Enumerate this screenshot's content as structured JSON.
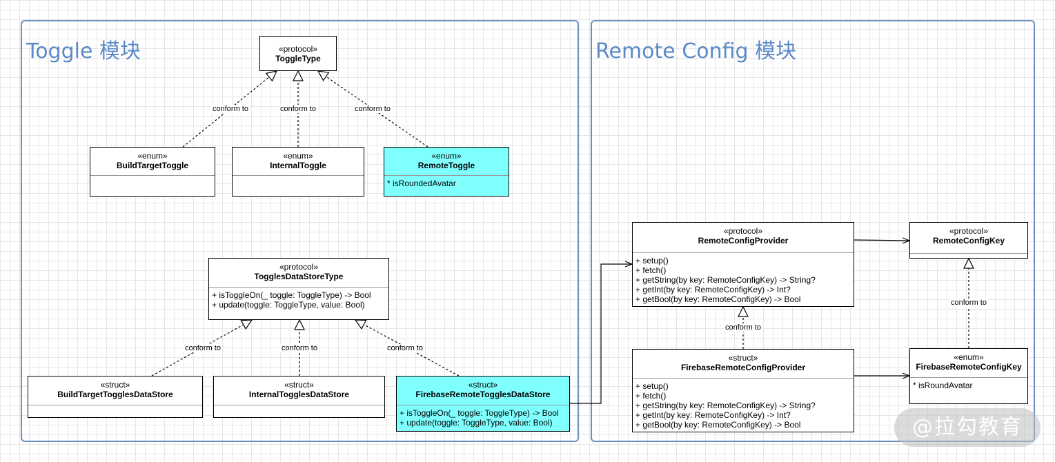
{
  "modules": {
    "toggle": {
      "title": "Toggle 模块"
    },
    "remote_config": {
      "title": "Remote Config 模块"
    }
  },
  "stereotypes": {
    "protocol": "«protocol»",
    "enum": "«enum»",
    "struct": "«struct»"
  },
  "classes": {
    "toggle_type": {
      "name": "ToggleType"
    },
    "build_target_toggle": {
      "name": "BuildTargetToggle"
    },
    "internal_toggle": {
      "name": "InternalToggle"
    },
    "remote_toggle": {
      "name": "RemoteToggle",
      "members": [
        "* isRoundedAvatar"
      ]
    },
    "toggles_data_store_type": {
      "name": "TogglesDataStoreType",
      "members": [
        "+ isToggleOn(_ toggle: ToggleType) -> Bool",
        "+ update(toggle: ToggleType, value: Bool)"
      ]
    },
    "build_target_toggles_data_store": {
      "name": "BuildTargetTogglesDataStore"
    },
    "internal_toggles_data_store": {
      "name": "InternalTogglesDataStore"
    },
    "firebase_remote_toggles_data_store": {
      "name": "FirebaseRemoteTogglesDataStore",
      "members": [
        "+ isToggleOn(_ toggle: ToggleType) -> Bool",
        "+ update(toggle: ToggleType, value: Bool)"
      ]
    },
    "remote_config_provider": {
      "name": "RemoteConfigProvider",
      "members": [
        "+ setup()",
        "+ fetch()",
        "+ getString(by key: RemoteConfigKey) -> String?",
        "+ getInt(by key: RemoteConfigKey) -> Int?",
        "+ getBool(by key: RemoteConfigKey) -> Bool"
      ]
    },
    "remote_config_key": {
      "name": "RemoteConfigKey"
    },
    "firebase_remote_config_provider": {
      "name": "FirebaseRemoteConfigProvider",
      "members": [
        "+ setup()",
        "+ fetch()",
        "+ getString(by key: RemoteConfigKey) -> String?",
        "+ getInt(by key: RemoteConfigKey) -> Int?",
        "+ getBool(by key: RemoteConfigKey) -> Bool"
      ]
    },
    "firebase_remote_config_key": {
      "name": "FirebaseRemoteConfigKey",
      "members": [
        "* isRoundAvatar"
      ]
    }
  },
  "edge_label": "conform to",
  "watermark": "@拉勾教育",
  "colors": {
    "module_border": "#6c8ebf",
    "module_title": "#5b8ac7",
    "highlight": "#80ffff",
    "grid": "#e6e6e6"
  }
}
